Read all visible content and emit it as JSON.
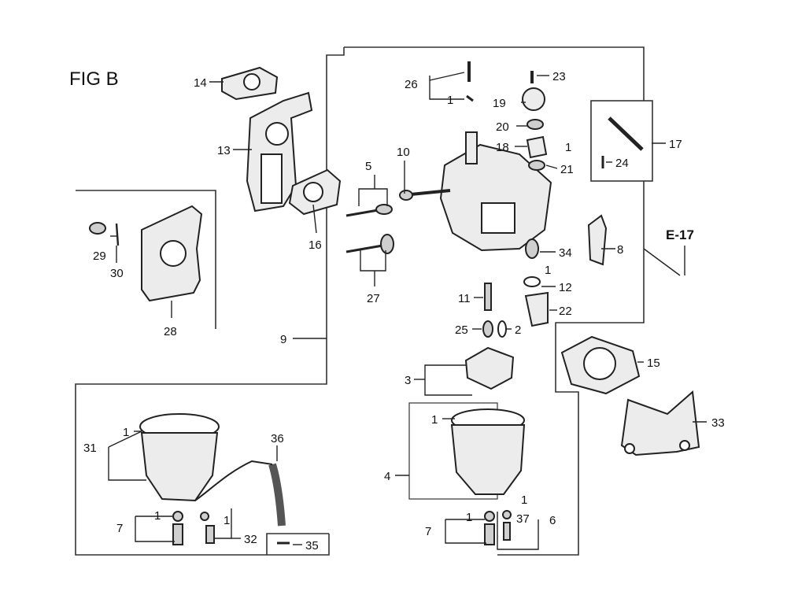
{
  "figure_title": "FIG B",
  "reference": "E-17",
  "callouts": {
    "c14": "14",
    "c13": "13",
    "c16": "16",
    "c5": "5",
    "c10": "10",
    "c27": "27",
    "c29": "29",
    "c30": "30",
    "c28": "28",
    "c9": "9",
    "c26": "26",
    "c1_26": "1",
    "c23": "23",
    "c19": "19",
    "c20": "20",
    "c18": "18",
    "c1_18": "1",
    "c21": "21",
    "c17": "17",
    "c24": "24",
    "c8": "8",
    "c34": "34",
    "c1_34": "1",
    "c12": "12",
    "c22": "22",
    "c11": "11",
    "c25": "25",
    "c2": "2",
    "c3": "3",
    "c15": "15",
    "c33": "33",
    "c1_4": "1",
    "c4": "4",
    "c1_6": "1",
    "c37": "37",
    "c6": "6",
    "c7r": "7",
    "c1_7r": "1",
    "c31": "31",
    "c1_31": "1",
    "c36": "36",
    "c7l": "7",
    "c1_7l": "1",
    "c1_32": "1",
    "c32": "32",
    "c35": "35"
  }
}
